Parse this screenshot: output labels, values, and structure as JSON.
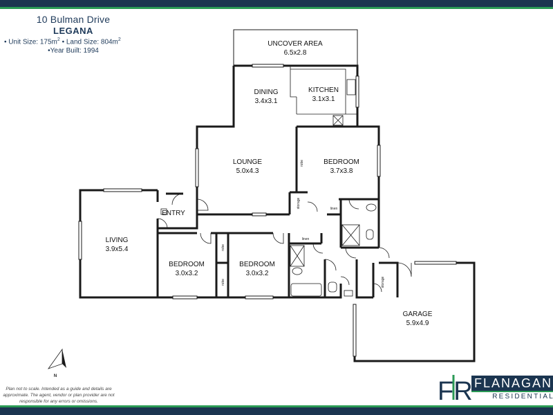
{
  "header": {
    "address": "10 Bulman Drive",
    "suburb": "LEGANA",
    "unit_size": "• Unit Size: 175m",
    "land_size": "• Land Size: 804m",
    "year_built": "•Year Built: 1994",
    "sq": "2"
  },
  "rooms": {
    "uncover": {
      "name": "UNCOVER AREA",
      "dim": "6.5x2.8"
    },
    "dining": {
      "name": "DINING",
      "dim": "3.4x3.1"
    },
    "kitchen": {
      "name": "KITCHEN",
      "dim": "3.1x3.1"
    },
    "lounge": {
      "name": "LOUNGE",
      "dim": "5.0x4.3"
    },
    "bedroom_main": {
      "name": "BEDROOM",
      "dim": "3.7x3.8"
    },
    "entry": {
      "name": "ENTRY"
    },
    "living": {
      "name": "LIVING",
      "dim": "3.9x5.4"
    },
    "bedroom_2": {
      "name": "BEDROOM",
      "dim": "3.0x3.2"
    },
    "bedroom_3": {
      "name": "BEDROOM",
      "dim": "3.0x3.2"
    },
    "garage": {
      "name": "GARAGE",
      "dim": "5.9x4.9"
    }
  },
  "labels": {
    "robe": "robe",
    "storage": "storage",
    "linen": "linen"
  },
  "compass": {
    "label": "N"
  },
  "disclaimer": "Plan not to scale. Intended as a guide and details are approximate. The agent, vendor or plan provider are not responsible for any errors or omissions.",
  "logo": {
    "mark": "FR",
    "name": "FLANAGAN",
    "sub": "RESIDENTIAL",
    "colors": {
      "navy": "#1b3550",
      "green": "#2a9a55"
    }
  }
}
